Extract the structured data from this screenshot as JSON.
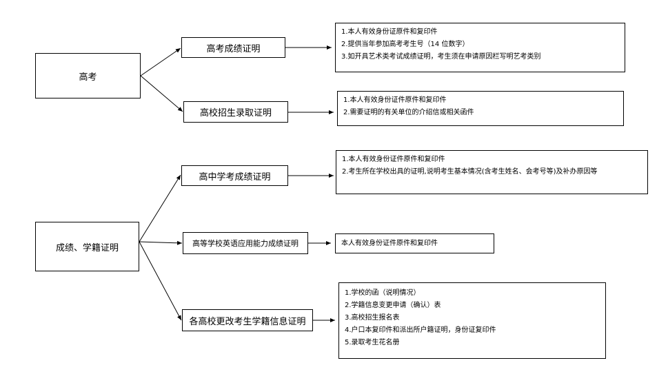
{
  "sections": [
    {
      "root": "高考",
      "branches": [
        {
          "label": "高考成绩证明",
          "items": [
            "1.本人有效身份证原件和复印件",
            "2.提供当年参加高考考生号（14 位数字）",
            "3.如开具艺术类考试成绩证明，考生须在申请原因栏写明艺考类别"
          ]
        },
        {
          "label": "高校招生录取证明",
          "items": [
            "1.本人有效身份证件原件和复印件",
            "2.需要证明的有关单位的介绍信或相关函件"
          ]
        }
      ]
    },
    {
      "root": "成绩、学籍证明",
      "branches": [
        {
          "label": "高中学考成绩证明",
          "items": [
            "1.本人有效身份证件原件和复印件",
            "2.考生所在学校出具的证明,说明考生基本情况(含考生姓名、会考号等)及补办原因等"
          ]
        },
        {
          "label": "高等学校英语应用能力成绩证明",
          "items": [
            "本人有效身份证件原件和复印件"
          ]
        },
        {
          "label": "各高校更改考生学籍信息证明",
          "items": [
            "1.学校的函（说明情况）",
            "2.学籍信息变更申请（确认）表",
            "3.高校招生报名表",
            "4.户口本复印件和派出所户籍证明，身份证复印件",
            "5.录取考生花名册"
          ]
        }
      ]
    }
  ]
}
